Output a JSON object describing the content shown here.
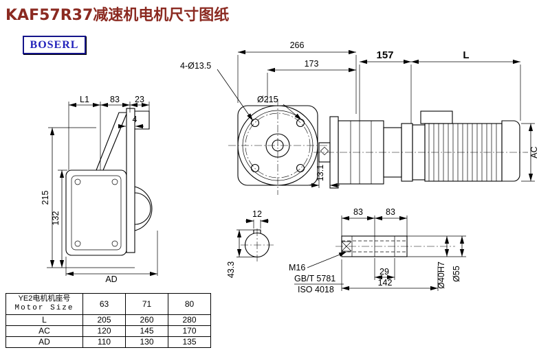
{
  "title": "KAF57R37减速机电机尺寸图纸",
  "logo": "BOSERL",
  "colors": {
    "title_color": "#8b2a21",
    "logo_color": "#2222bb",
    "line_color": "#000000",
    "bg_color": "#ffffff"
  },
  "dims": {
    "w266": "266",
    "w173": "173",
    "boltHoles": "4-Ø13.5",
    "flangeDia": "Ø215",
    "a157": "157",
    "motorL": "L",
    "motorAC": "AC",
    "recess": "13.1",
    "L1": "L1",
    "t83": "83",
    "t23": "23",
    "plate4": "4",
    "h215": "215",
    "h132": "132",
    "AD": "AD",
    "key12": "12",
    "key433": "43.3",
    "s83a": "83",
    "s83b": "83",
    "thread": "M16",
    "gb": "GB/T 5781",
    "iso": "ISO 4018",
    "s29": "29",
    "s142": "142",
    "bore40": "Ø40H7",
    "dia55": "Ø55"
  },
  "table": {
    "corner_line1": "YE2电机机座号",
    "corner_line2": "Motor Size",
    "columns": [
      "63",
      "71",
      "80"
    ],
    "rows": [
      {
        "label": "L",
        "values": [
          "205",
          "260",
          "280"
        ]
      },
      {
        "label": "AC",
        "values": [
          "120",
          "145",
          "170"
        ]
      },
      {
        "label": "AD",
        "values": [
          "110",
          "130",
          "135"
        ]
      }
    ]
  }
}
